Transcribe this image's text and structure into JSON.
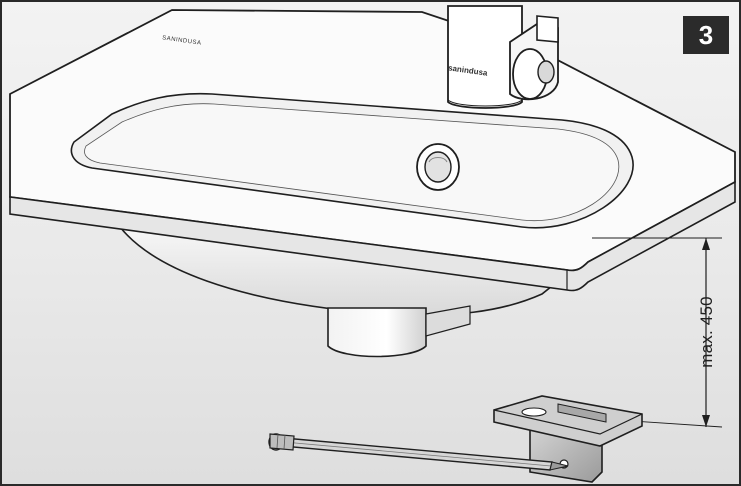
{
  "step": {
    "number": "3"
  },
  "dimension": {
    "label": "max. 450"
  },
  "brand": {
    "basin_text": "SANINDUSA",
    "faucet_text": "sanindusa"
  },
  "colors": {
    "outline": "#1f1f1f",
    "badge_bg": "#2b2b2b",
    "background": "#ececec"
  }
}
